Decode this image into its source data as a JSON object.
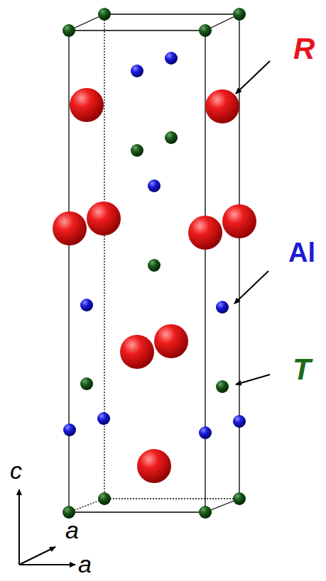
{
  "diagram": {
    "labels": [
      "R",
      "Al",
      "T",
      "c",
      "a",
      "a"
    ]
  }
}
